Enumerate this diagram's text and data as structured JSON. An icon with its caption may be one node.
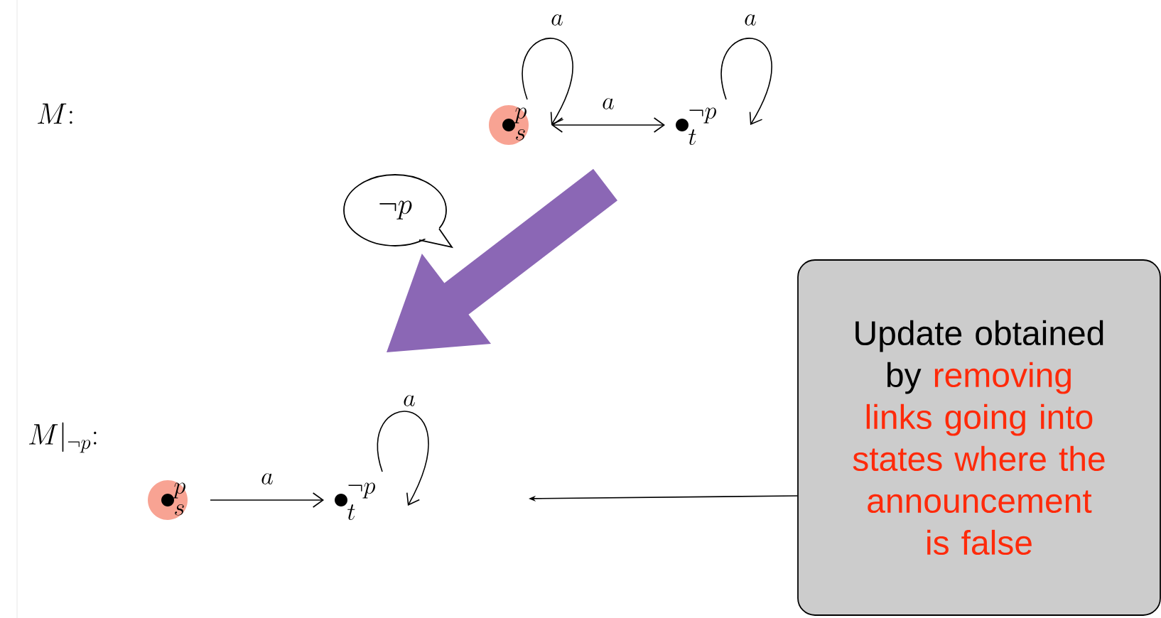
{
  "diagram": {
    "nodes": [
      {
        "text": [
          "p",
          "s"
        ]
      },
      {
        "text": [
          "\\neg p",
          "t"
        ]
      },
      {
        "text": [
          "p",
          "s"
        ]
      },
      {
        "text": [
          "\\neg p",
          "t"
        ]
      },
      {
        "text": [
          "\\neg p"
        ]
      },
      {
        "text": [
          "Update obtained by",
          "removing links going into states where the announcement is false"
        ]
      }
    ],
    "edges": [
      {
        "from": 0,
        "to": 0,
        "arrow": "to",
        "label": "a"
      },
      {
        "from": 0,
        "to": 1,
        "arrow": "both",
        "label": "a"
      },
      {
        "from": 1,
        "to": 1,
        "arrow": "to",
        "label": "a"
      },
      {
        "from": 2,
        "to": 3,
        "arrow": "to",
        "label": "a"
      },
      {
        "from": 3,
        "to": 3,
        "arrow": "to",
        "label": "a"
      },
      {
        "from": 5,
        "to": null,
        "arrow": "to"
      }
    ],
    "labels": [
      "M{:}",
      "M|_{\\neg p}{:}"
    ]
  }
}
